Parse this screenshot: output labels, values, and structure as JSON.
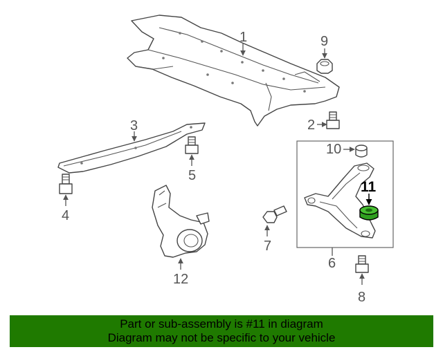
{
  "callouts": {
    "c1": "1",
    "c2": "2",
    "c3": "3",
    "c4": "4",
    "c5": "5",
    "c6": "6",
    "c7": "7",
    "c8": "8",
    "c9": "9",
    "c10": "10",
    "c11": "11",
    "c12": "12"
  },
  "highlight": {
    "part": "11",
    "color": "#2e9e1f"
  },
  "banner": {
    "line1": "Part or sub-assembly is #11 in diagram",
    "line2": "Diagram may not be specific to your vehicle",
    "color": "#1f7a00"
  }
}
